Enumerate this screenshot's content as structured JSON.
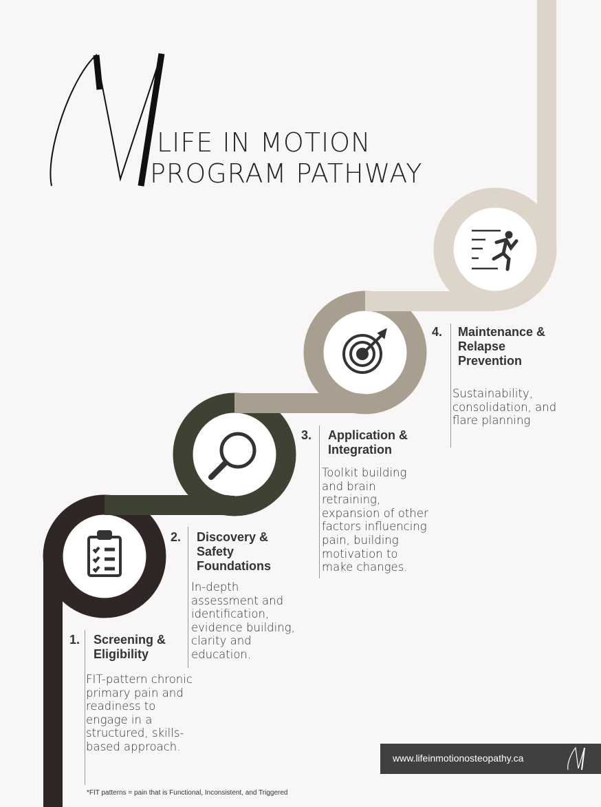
{
  "header": {
    "line1": "LIFE IN MOTION",
    "line2": "PROGRAM PATHWAY",
    "logo_letter": "M"
  },
  "colors": {
    "step1": "#2f2723",
    "step2": "#3d4233",
    "step3": "#a89f90",
    "step4": "#ddd5ca",
    "footer": "#404040"
  },
  "steps": [
    {
      "number": "1.",
      "title": [
        "Screening &",
        "Eligibility"
      ],
      "icon": "clipboard-checklist-icon",
      "description": [
        "FIT-pattern chronic",
        "primary pain and",
        "readiness to",
        "engage in a",
        "structured, skills-",
        "based approach."
      ]
    },
    {
      "number": "2.",
      "title": [
        "Discovery &",
        "Safety",
        "Foundations"
      ],
      "icon": "magnifying-glass-icon",
      "description": [
        "In-depth",
        "assessment and",
        "identification,",
        "evidence building,",
        "clarity and",
        "education."
      ]
    },
    {
      "number": "3.",
      "title": [
        "Application &",
        "Integration"
      ],
      "icon": "target-icon",
      "description": [
        "Toolkit building",
        "and brain",
        "retraining,",
        "expansion of other",
        "factors influencing",
        "pain, building",
        "motivation to",
        "make changes."
      ]
    },
    {
      "number": "4.",
      "title": [
        "Maintenance &",
        "Relapse",
        "Prevention"
      ],
      "icon": "running-person-icon",
      "description": [
        "Sustainability,",
        "consolidation, and",
        "flare planning"
      ]
    }
  ],
  "footer": {
    "url": "www.lifeinmotionosteopathy.ca"
  },
  "footnote": "*FIT patterns = pain that is Functional, Inconsistent, and Triggered"
}
